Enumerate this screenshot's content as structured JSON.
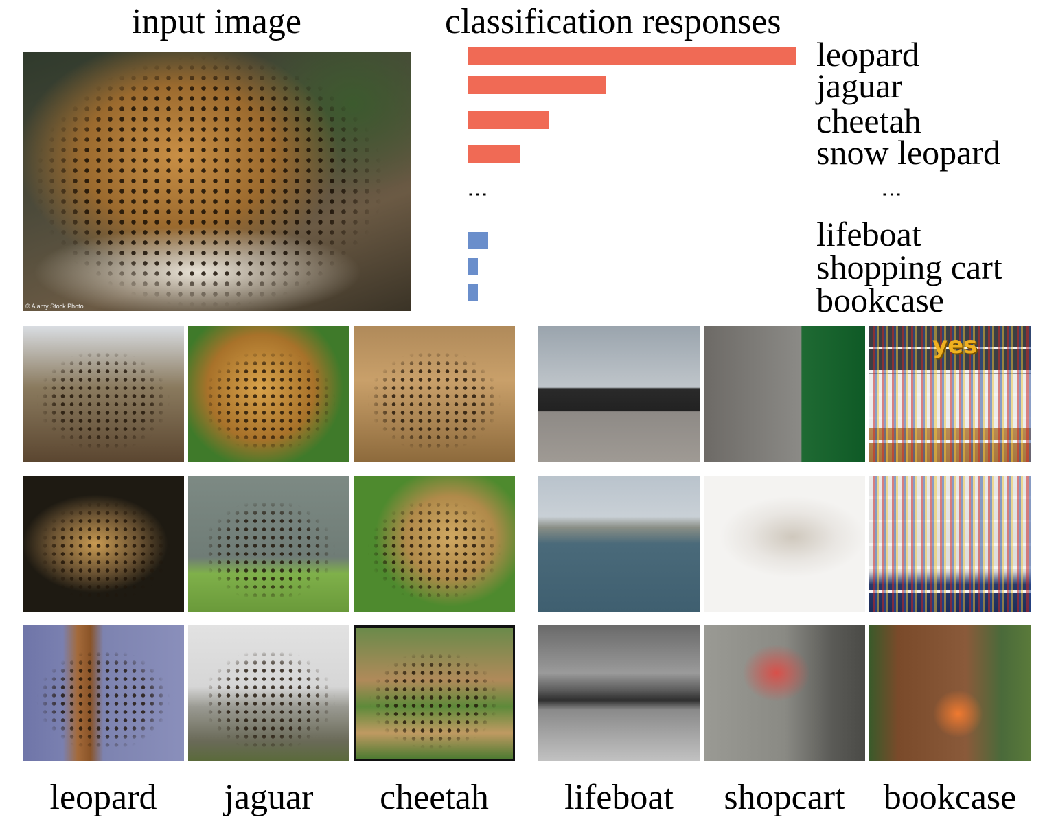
{
  "headings": {
    "input": "input image",
    "responses": "classification responses"
  },
  "input_photo": {
    "credit": "© Alamy Stock Photo"
  },
  "responses": {
    "top": [
      {
        "label": "leopard",
        "score": 1.0
      },
      {
        "label": "jaguar",
        "score": 0.42
      },
      {
        "label": "cheetah",
        "score": 0.245
      },
      {
        "label": "snow leopard",
        "score": 0.16
      }
    ],
    "ellipsis": "⋮",
    "bottom": [
      {
        "label": "lifeboat",
        "score": 0.06
      },
      {
        "label": "shopping cart",
        "score": 0.03
      },
      {
        "label": "bookcase",
        "score": 0.03
      }
    ]
  },
  "columns": [
    {
      "label": "leopard"
    },
    {
      "label": "jaguar"
    },
    {
      "label": "cheetah"
    },
    {
      "label": "lifeboat"
    },
    {
      "label": "shopcart"
    },
    {
      "label": "bookcase"
    }
  ],
  "thumbnail_overlay_text": "yes"
}
